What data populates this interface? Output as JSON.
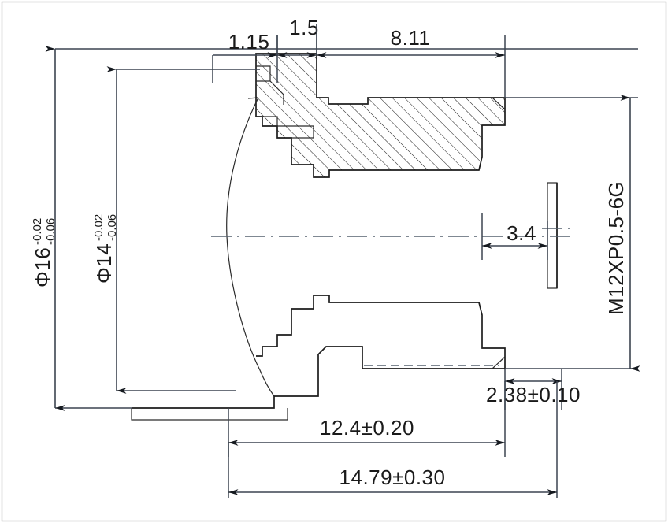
{
  "drawing": {
    "title": "M12 Lens Cross-Section Dimensional Drawing",
    "line_color": "#1d1d1d",
    "dim_color": "#3c4450",
    "center_color": "#55606e",
    "frame_color": "#b9b9b9",
    "background": "#ffffff"
  },
  "dimensions": {
    "dia_16": {
      "symbol": "Φ16",
      "value": "16",
      "tol_upper": "-0.02",
      "tol_lower": "-0.06",
      "full": "Φ16 -0.02/-0.06",
      "orientation": "vertical"
    },
    "dia_14": {
      "symbol": "Φ14",
      "value": "14",
      "tol_upper": "-0.02",
      "tol_lower": "-0.06",
      "full": "Φ14 -0.02/-0.06",
      "orientation": "vertical"
    },
    "d_115": {
      "label": "1.15",
      "orientation": "horizontal"
    },
    "d_15": {
      "label": "1.5",
      "orientation": "horizontal"
    },
    "d_811": {
      "label": "8.11",
      "orientation": "horizontal"
    },
    "d_34": {
      "label": "3.4",
      "orientation": "horizontal"
    },
    "d_238": {
      "label": "2.38±0.10",
      "orientation": "horizontal"
    },
    "d_124": {
      "label": "12.4±0.20",
      "orientation": "horizontal"
    },
    "d_1479": {
      "label": "14.79±0.30",
      "orientation": "horizontal"
    },
    "thread": {
      "label": "M12XP0.5-6G",
      "orientation": "vertical"
    }
  },
  "chart_data": {
    "type": "table",
    "title": "M12 Lens Cross-Section Dimensional Drawing",
    "categories": [
      "Φ16",
      "Φ14",
      "1.15",
      "1.5",
      "8.11",
      "3.4",
      "2.38±0.10",
      "12.4±0.20",
      "14.79±0.30",
      "M12XP0.5-6G"
    ],
    "values": [
      16,
      14,
      1.15,
      1.5,
      8.11,
      3.4,
      2.38,
      12.4,
      14.79,
      12
    ],
    "annotations": [
      "Φ16 tolerance -0.02 / -0.06",
      "Φ14 tolerance -0.02 / -0.06",
      "2.38 tolerance ±0.10",
      "12.4 tolerance ±0.20",
      "14.79 tolerance ±0.30",
      "Thread M12XP0.5-6G"
    ],
    "xlabel": "",
    "ylabel": ""
  }
}
